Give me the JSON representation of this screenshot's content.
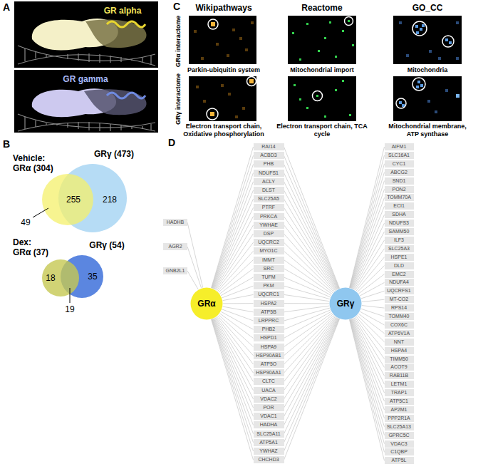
{
  "diagram": {
    "nodes": [
      {
        "text": [
          "GRα"
        ]
      },
      {
        "text": [
          "GRγ"
        ]
      },
      {
        "text": [
          "HADHB"
        ]
      },
      {
        "text": [
          "AGR2"
        ]
      },
      {
        "text": [
          "GNB2L1"
        ]
      },
      {
        "text": [
          "RAI14"
        ]
      },
      {
        "text": [
          "ACBD3"
        ]
      },
      {
        "text": [
          "PHB"
        ]
      },
      {
        "text": [
          "NDUFS1"
        ]
      },
      {
        "text": [
          "ACLY"
        ]
      },
      {
        "text": [
          "DLST"
        ]
      },
      {
        "text": [
          "SLC25A5"
        ]
      },
      {
        "text": [
          "PTRF"
        ]
      },
      {
        "text": [
          "PRKCA"
        ]
      },
      {
        "text": [
          "YWHAE"
        ]
      },
      {
        "text": [
          "DSP"
        ]
      },
      {
        "text": [
          "UQCRC2"
        ]
      },
      {
        "text": [
          "MYO1C"
        ]
      },
      {
        "text": [
          "IMMT"
        ]
      },
      {
        "text": [
          "SRC"
        ]
      },
      {
        "text": [
          "TUFM"
        ]
      },
      {
        "text": [
          "PKM"
        ]
      },
      {
        "text": [
          "UQCRC1"
        ]
      },
      {
        "text": [
          "HSPA2"
        ]
      },
      {
        "text": [
          "ATP5B"
        ]
      },
      {
        "text": [
          "LRPPRC"
        ]
      },
      {
        "text": [
          "PHB2"
        ]
      },
      {
        "text": [
          "HSPD1"
        ]
      },
      {
        "text": [
          "HSPA9"
        ]
      },
      {
        "text": [
          "HSP90AB1"
        ]
      },
      {
        "text": [
          "ATP5O"
        ]
      },
      {
        "text": [
          "HSP90AA1"
        ]
      },
      {
        "text": [
          "CLTC"
        ]
      },
      {
        "text": [
          "UACA"
        ]
      },
      {
        "text": [
          "VDAC2"
        ]
      },
      {
        "text": [
          "POR"
        ]
      },
      {
        "text": [
          "VDAC1"
        ]
      },
      {
        "text": [
          "HADHA"
        ]
      },
      {
        "text": [
          "SLC25A11"
        ]
      },
      {
        "text": [
          "ATP5A1"
        ]
      },
      {
        "text": [
          "YWHAZ"
        ]
      },
      {
        "text": [
          "CHCHD3"
        ]
      },
      {
        "text": [
          "AIFM1"
        ]
      },
      {
        "text": [
          "SLC16A1"
        ]
      },
      {
        "text": [
          "CYC1"
        ]
      },
      {
        "text": [
          "ABCG2"
        ]
      },
      {
        "text": [
          "SND1"
        ]
      },
      {
        "text": [
          "PON2"
        ]
      },
      {
        "text": [
          "TOMM70A"
        ]
      },
      {
        "text": [
          "ECI1"
        ]
      },
      {
        "text": [
          "SDHA"
        ]
      },
      {
        "text": [
          "NDUFS3"
        ]
      },
      {
        "text": [
          "SAMM50"
        ]
      },
      {
        "text": [
          "ILF3"
        ]
      },
      {
        "text": [
          "SLC25A3"
        ]
      },
      {
        "text": [
          "HSPE1"
        ]
      },
      {
        "text": [
          "DLD"
        ]
      },
      {
        "text": [
          "EMC2"
        ]
      },
      {
        "text": [
          "NDUFA4"
        ]
      },
      {
        "text": [
          "UQCRFS1"
        ]
      },
      {
        "text": [
          "MT-CO2"
        ]
      },
      {
        "text": [
          "RPS14"
        ]
      },
      {
        "text": [
          "TOMM40"
        ]
      },
      {
        "text": [
          "COX6C"
        ]
      },
      {
        "text": [
          "ATP6V1A"
        ]
      },
      {
        "text": [
          "NNT"
        ]
      },
      {
        "text": [
          "HSPA4"
        ]
      },
      {
        "text": [
          "TIMM50"
        ]
      },
      {
        "text": [
          "ACOT9"
        ]
      },
      {
        "text": [
          "RAB11B"
        ]
      },
      {
        "text": [
          "LETM1"
        ]
      },
      {
        "text": [
          "TRAP1"
        ]
      },
      {
        "text": [
          "ATP5C1"
        ]
      },
      {
        "text": [
          "AP2M1"
        ]
      },
      {
        "text": [
          "PPP2R1A"
        ]
      },
      {
        "text": [
          "SLC25A13"
        ]
      },
      {
        "text": [
          "GPRC5C"
        ]
      },
      {
        "text": [
          "VDAC3"
        ]
      },
      {
        "text": [
          "C1QBP"
        ]
      },
      {
        "text": [
          "ATP5L"
        ]
      }
    ],
    "edges": [
      {
        "from": 2,
        "to": 0,
        "arrow": "none"
      },
      {
        "from": 3,
        "to": 0,
        "arrow": "none"
      },
      {
        "from": 4,
        "to": 0,
        "arrow": "none"
      },
      {
        "from": 5,
        "to": 0,
        "arrow": "none"
      },
      {
        "from": 5,
        "to": 1,
        "arrow": "none"
      },
      {
        "from": 6,
        "to": 0,
        "arrow": "none"
      },
      {
        "from": 6,
        "to": 1,
        "arrow": "none"
      },
      {
        "from": 7,
        "to": 0,
        "arrow": "none"
      },
      {
        "from": 7,
        "to": 1,
        "arrow": "none"
      },
      {
        "from": 8,
        "to": 0,
        "arrow": "none"
      },
      {
        "from": 8,
        "to": 1,
        "arrow": "none"
      },
      {
        "from": 9,
        "to": 0,
        "arrow": "none"
      },
      {
        "from": 9,
        "to": 1,
        "arrow": "none"
      },
      {
        "from": 10,
        "to": 0,
        "arrow": "none"
      },
      {
        "from": 10,
        "to": 1,
        "arrow": "none"
      },
      {
        "from": 11,
        "to": 0,
        "arrow": "none"
      },
      {
        "from": 11,
        "to": 1,
        "arrow": "none"
      },
      {
        "from": 12,
        "to": 0,
        "arrow": "none"
      },
      {
        "from": 12,
        "to": 1,
        "arrow": "none"
      },
      {
        "from": 13,
        "to": 0,
        "arrow": "none"
      },
      {
        "from": 13,
        "to": 1,
        "arrow": "none"
      },
      {
        "from": 14,
        "to": 0,
        "arrow": "none"
      },
      {
        "from": 14,
        "to": 1,
        "arrow": "none"
      },
      {
        "from": 15,
        "to": 0,
        "arrow": "none"
      },
      {
        "from": 15,
        "to": 1,
        "arrow": "none"
      },
      {
        "from": 16,
        "to": 0,
        "arrow": "none"
      },
      {
        "from": 16,
        "to": 1,
        "arrow": "none"
      },
      {
        "from": 17,
        "to": 0,
        "arrow": "none"
      },
      {
        "from": 17,
        "to": 1,
        "arrow": "none"
      },
      {
        "from": 18,
        "to": 0,
        "arrow": "none"
      },
      {
        "from": 18,
        "to": 1,
        "arrow": "none"
      },
      {
        "from": 19,
        "to": 0,
        "arrow": "none"
      },
      {
        "from": 19,
        "to": 1,
        "arrow": "none"
      },
      {
        "from": 20,
        "to": 0,
        "arrow": "none"
      },
      {
        "from": 20,
        "to": 1,
        "arrow": "none"
      },
      {
        "from": 21,
        "to": 0,
        "arrow": "none"
      },
      {
        "from": 21,
        "to": 1,
        "arrow": "none"
      },
      {
        "from": 22,
        "to": 0,
        "arrow": "none"
      },
      {
        "from": 22,
        "to": 1,
        "arrow": "none"
      },
      {
        "from": 23,
        "to": 0,
        "arrow": "none"
      },
      {
        "from": 23,
        "to": 1,
        "arrow": "none"
      },
      {
        "from": 24,
        "to": 0,
        "arrow": "none"
      },
      {
        "from": 24,
        "to": 1,
        "arrow": "none"
      },
      {
        "from": 25,
        "to": 0,
        "arrow": "none"
      },
      {
        "from": 25,
        "to": 1,
        "arrow": "none"
      },
      {
        "from": 26,
        "to": 0,
        "arrow": "none"
      },
      {
        "from": 26,
        "to": 1,
        "arrow": "none"
      },
      {
        "from": 27,
        "to": 0,
        "arrow": "none"
      },
      {
        "from": 27,
        "to": 1,
        "arrow": "none"
      },
      {
        "from": 28,
        "to": 0,
        "arrow": "none"
      },
      {
        "from": 28,
        "to": 1,
        "arrow": "none"
      },
      {
        "from": 29,
        "to": 0,
        "arrow": "none"
      },
      {
        "from": 29,
        "to": 1,
        "arrow": "none"
      },
      {
        "from": 30,
        "to": 0,
        "arrow": "none"
      },
      {
        "from": 30,
        "to": 1,
        "arrow": "none"
      },
      {
        "from": 31,
        "to": 0,
        "arrow": "none"
      },
      {
        "from": 31,
        "to": 1,
        "arrow": "none"
      },
      {
        "from": 32,
        "to": 0,
        "arrow": "none"
      },
      {
        "from": 32,
        "to": 1,
        "arrow": "none"
      },
      {
        "from": 33,
        "to": 0,
        "arrow": "none"
      },
      {
        "from": 33,
        "to": 1,
        "arrow": "none"
      },
      {
        "from": 34,
        "to": 0,
        "arrow": "none"
      },
      {
        "from": 34,
        "to": 1,
        "arrow": "none"
      },
      {
        "from": 35,
        "to": 0,
        "arrow": "none"
      },
      {
        "from": 35,
        "to": 1,
        "arrow": "none"
      },
      {
        "from": 36,
        "to": 0,
        "arrow": "none"
      },
      {
        "from": 36,
        "to": 1,
        "arrow": "none"
      },
      {
        "from": 37,
        "to": 0,
        "arrow": "none"
      },
      {
        "from": 37,
        "to": 1,
        "arrow": "none"
      },
      {
        "from": 38,
        "to": 0,
        "arrow": "none"
      },
      {
        "from": 38,
        "to": 1,
        "arrow": "none"
      },
      {
        "from": 39,
        "to": 0,
        "arrow": "none"
      },
      {
        "from": 39,
        "to": 1,
        "arrow": "none"
      },
      {
        "from": 40,
        "to": 0,
        "arrow": "none"
      },
      {
        "from": 40,
        "to": 1,
        "arrow": "none"
      },
      {
        "from": 41,
        "to": 0,
        "arrow": "none"
      },
      {
        "from": 41,
        "to": 1,
        "arrow": "none"
      },
      {
        "from": 42,
        "to": 1,
        "arrow": "none"
      },
      {
        "from": 43,
        "to": 1,
        "arrow": "none"
      },
      {
        "from": 44,
        "to": 1,
        "arrow": "none"
      },
      {
        "from": 45,
        "to": 1,
        "arrow": "none"
      },
      {
        "from": 46,
        "to": 1,
        "arrow": "none"
      },
      {
        "from": 47,
        "to": 1,
        "arrow": "none"
      },
      {
        "from": 48,
        "to": 1,
        "arrow": "none"
      },
      {
        "from": 49,
        "to": 1,
        "arrow": "none"
      },
      {
        "from": 50,
        "to": 1,
        "arrow": "none"
      },
      {
        "from": 51,
        "to": 1,
        "arrow": "none"
      },
      {
        "from": 52,
        "to": 1,
        "arrow": "none"
      },
      {
        "from": 53,
        "to": 1,
        "arrow": "none"
      },
      {
        "from": 54,
        "to": 1,
        "arrow": "none"
      },
      {
        "from": 55,
        "to": 1,
        "arrow": "none"
      },
      {
        "from": 56,
        "to": 1,
        "arrow": "none"
      },
      {
        "from": 57,
        "to": 1,
        "arrow": "none"
      },
      {
        "from": 58,
        "to": 1,
        "arrow": "none"
      },
      {
        "from": 59,
        "to": 1,
        "arrow": "none"
      },
      {
        "from": 60,
        "to": 1,
        "arrow": "none"
      },
      {
        "from": 61,
        "to": 1,
        "arrow": "none"
      },
      {
        "from": 62,
        "to": 1,
        "arrow": "none"
      },
      {
        "from": 63,
        "to": 1,
        "arrow": "none"
      },
      {
        "from": 64,
        "to": 1,
        "arrow": "none"
      },
      {
        "from": 65,
        "to": 1,
        "arrow": "none"
      },
      {
        "from": 66,
        "to": 1,
        "arrow": "none"
      },
      {
        "from": 67,
        "to": 1,
        "arrow": "none"
      },
      {
        "from": 68,
        "to": 1,
        "arrow": "none"
      },
      {
        "from": 69,
        "to": 1,
        "arrow": "none"
      },
      {
        "from": 70,
        "to": 1,
        "arrow": "none"
      },
      {
        "from": 71,
        "to": 1,
        "arrow": "none"
      },
      {
        "from": 72,
        "to": 1,
        "arrow": "none"
      },
      {
        "from": 73,
        "to": 1,
        "arrow": "none"
      },
      {
        "from": 74,
        "to": 1,
        "arrow": "none"
      },
      {
        "from": 75,
        "to": 1,
        "arrow": "none"
      },
      {
        "from": 76,
        "to": 1,
        "arrow": "none"
      },
      {
        "from": 77,
        "to": 1,
        "arrow": "none"
      },
      {
        "from": 78,
        "to": 1,
        "arrow": "none"
      },
      {
        "from": 79,
        "to": 1,
        "arrow": "none"
      }
    ],
    "labels": [
      "A",
      "GR alpha",
      "GR gamma",
      "B",
      "Vehicle:",
      "GRα (304)",
      "GRγ (473)",
      "255",
      "218",
      "49",
      "Dex:",
      "GRα (37)",
      "GRγ (54)",
      "18",
      "35",
      "19",
      "C",
      "Wikipathways",
      "Reactome",
      "GO_CC",
      "GRα interactome",
      "GRγ interactome",
      "Parkin-ubiquitin system",
      "Mitochondrial import",
      "Mitochondria",
      "Electron transport chain, Oxidative phosphorylation",
      "Electron transport chain, TCA cycle",
      "Mitochondrial membrane, ATP synthase",
      "D"
    ]
  }
}
